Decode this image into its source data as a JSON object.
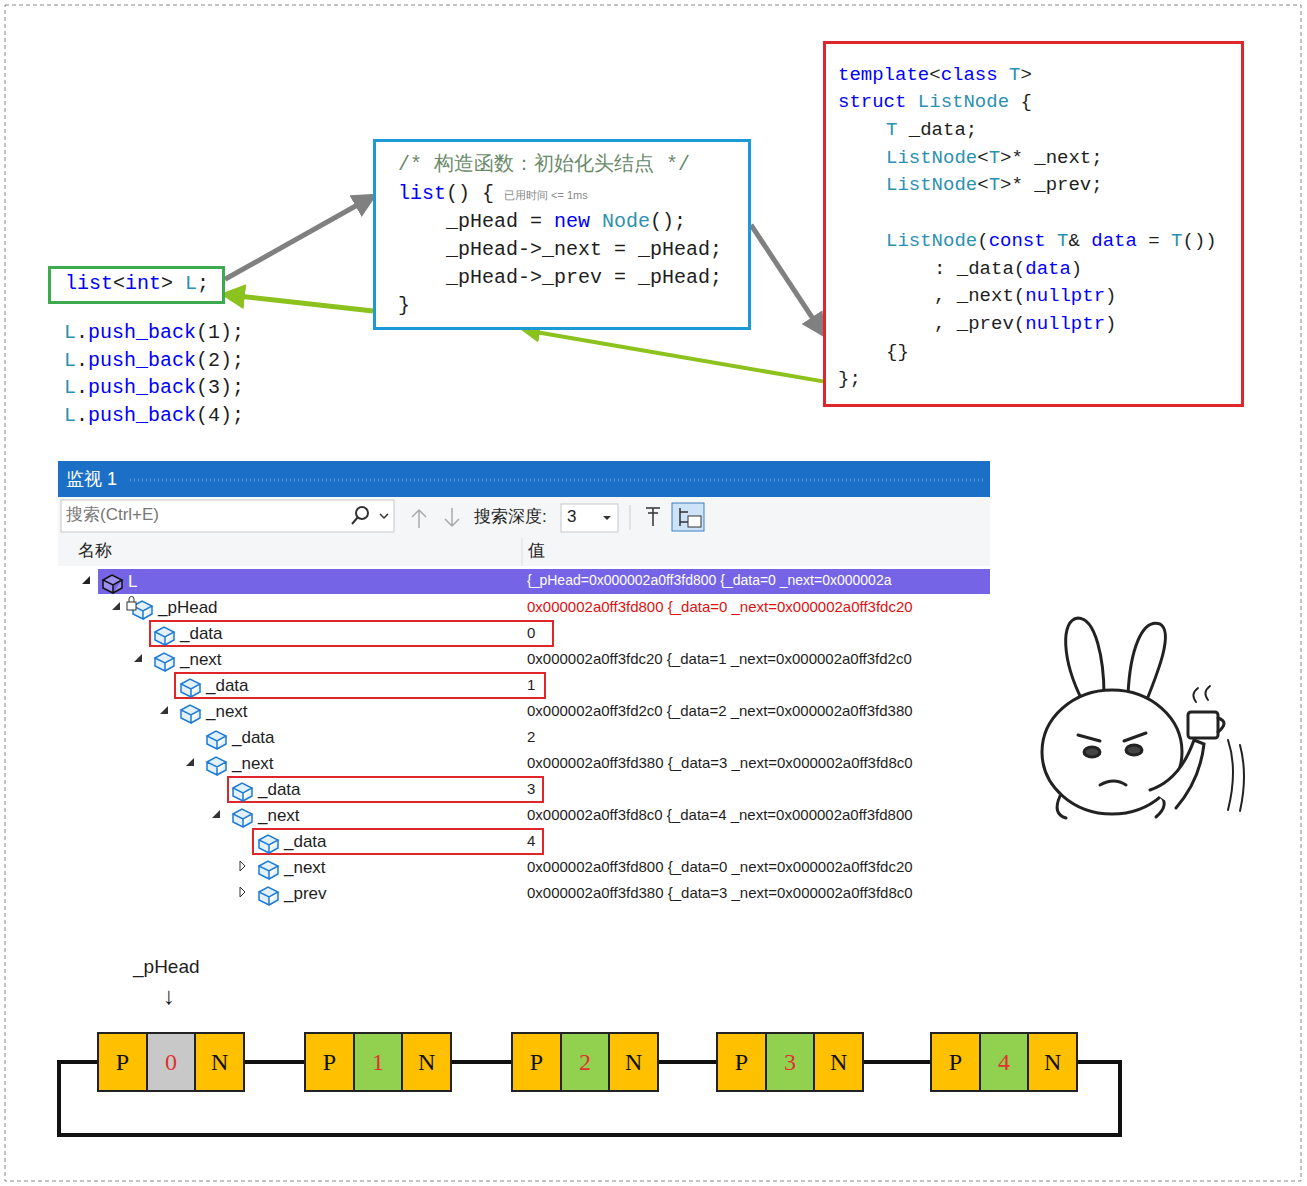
{
  "diagram": {
    "nodes": [
      {
        "text": [
          "list<int> L;"
        ]
      },
      {
        "text": [
          "/* 构造函数：初始化头结点 */",
          "list() {",
          "已用时间 <= 1ms",
          "_pHead = new Node();",
          "_pHead->_next = _pHead;",
          "_pHead->_prev = _pHead;",
          "}"
        ]
      },
      {
        "text": [
          "template<class T>",
          "struct ListNode {",
          "T _data;",
          "ListNode<T>* _next;",
          "ListNode<T>* _prev;",
          "ListNode(const T& data = T())",
          ": _data(data)",
          ", _next(nullptr)",
          ", _prev(nullptr)",
          "{}",
          "};"
        ]
      },
      {
        "text": [
          "监视 1"
        ]
      },
      {
        "text": [
          "P",
          "0",
          "N"
        ]
      },
      {
        "text": [
          "P",
          "1",
          "N"
        ]
      },
      {
        "text": [
          "P",
          "2",
          "N"
        ]
      },
      {
        "text": [
          "P",
          "3",
          "N"
        ]
      },
      {
        "text": [
          "P",
          "4",
          "N"
        ]
      }
    ],
    "edges": [
      {
        "from": 0,
        "to": 1,
        "arrow": "to"
      },
      {
        "from": 1,
        "to": 0,
        "arrow": "to"
      },
      {
        "from": 1,
        "to": 2,
        "arrow": "to"
      },
      {
        "from": 2,
        "to": 1,
        "arrow": "to"
      },
      {
        "from": 4,
        "to": 5,
        "arrow": "none"
      },
      {
        "from": 5,
        "to": 6,
        "arrow": "none"
      },
      {
        "from": 6,
        "to": 7,
        "arrow": "none"
      },
      {
        "from": 7,
        "to": 8,
        "arrow": "none"
      },
      {
        "from": 8,
        "to": 4,
        "arrow": "none"
      }
    ],
    "labels": [
      "L.push_back(1);",
      "L.push_back(2);",
      "L.push_back(3);",
      "L.push_back(4);",
      "搜索(Ctrl+E)",
      "搜索深度:",
      "3",
      "名称",
      "值",
      "L",
      "{_pHead=0x000002a0ff3fd800 {_data=0 _next=0x000002a",
      "_pHead",
      "0x000002a0ff3fd800 {_data=0 _next=0x000002a0ff3fdc20",
      "_data",
      "0",
      "_next",
      "0x000002a0ff3fdc20 {_data=1 _next=0x000002a0ff3fd2c0",
      "_data",
      "1",
      "_next",
      "0x000002a0ff3fd2c0 {_data=2 _next=0x000002a0ff3fd380",
      "_data",
      "2",
      "_next",
      "0x000002a0ff3fd380 {_data=3 _next=0x000002a0ff3fd8c0",
      "_data",
      "3",
      "_next",
      "0x000002a0ff3fd8c0 {_data=4 _next=0x000002a0ff3fd800",
      "_data",
      "4",
      "_next",
      "0x000002a0ff3fd800 {_data=0 _next=0x000002a0ff3fdc20",
      "_prev",
      "0x000002a0ff3fd380 {_data=3 _next=0x000002a0ff3fd8c0",
      "_pHead",
      "↓"
    ]
  }
}
